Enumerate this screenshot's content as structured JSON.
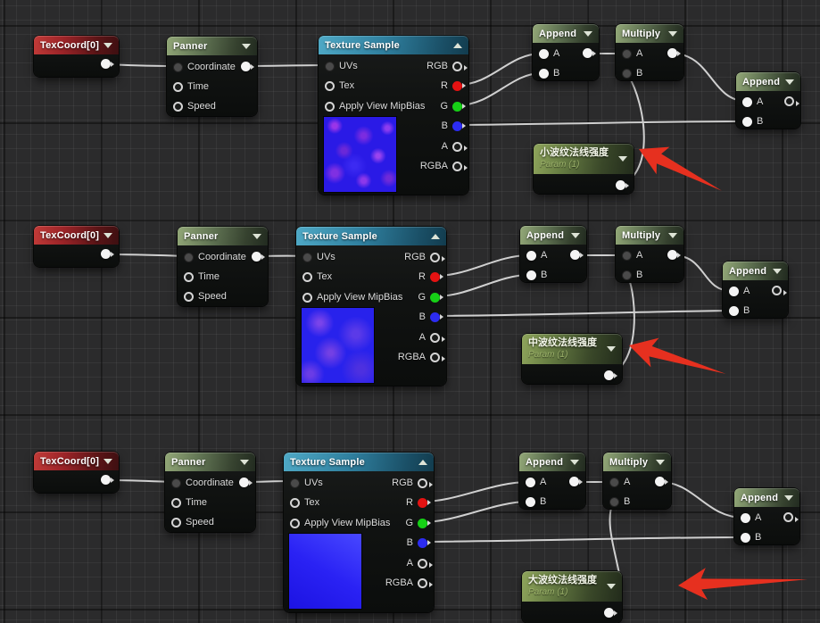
{
  "graph": {
    "node_types": {
      "texcoord": {
        "title": "TexCoord[0]"
      },
      "panner": {
        "title": "Panner",
        "inputs": [
          "Coordinate",
          "Time",
          "Speed"
        ]
      },
      "texture_sample": {
        "title": "Texture Sample",
        "inputs": [
          "UVs",
          "Tex",
          "Apply View MipBias"
        ],
        "outputs": [
          "RGB",
          "R",
          "G",
          "B",
          "A",
          "RGBA"
        ]
      },
      "append": {
        "title": "Append",
        "inputs": [
          "A",
          "B"
        ]
      },
      "multiply": {
        "title": "Multiply",
        "inputs": [
          "A",
          "B"
        ]
      }
    },
    "parameters": [
      {
        "title": "小波纹法线强度",
        "subtitle": "Param (1)"
      },
      {
        "title": "中波纹法线强度",
        "subtitle": "Param (1)"
      },
      {
        "title": "大波纹法线强度",
        "subtitle": "Param (1)"
      }
    ],
    "colors": {
      "background": "#2b2b2c",
      "header_texcoord": "#b3262b",
      "header_math": "#7c9464",
      "header_texture_sample": "#3e9cbf",
      "header_parameter": "#8aa35e",
      "pin_r": "#e41212",
      "pin_g": "#16d016",
      "pin_b": "#2c2cf2",
      "wire": "#d9d9d9",
      "annotation_arrow": "#e6301f"
    },
    "annotations": {
      "red_arrow_count": 3,
      "arrow_targets": [
        "小波纹法线强度",
        "中波纹法线强度",
        "大波纹法线强度"
      ]
    }
  }
}
